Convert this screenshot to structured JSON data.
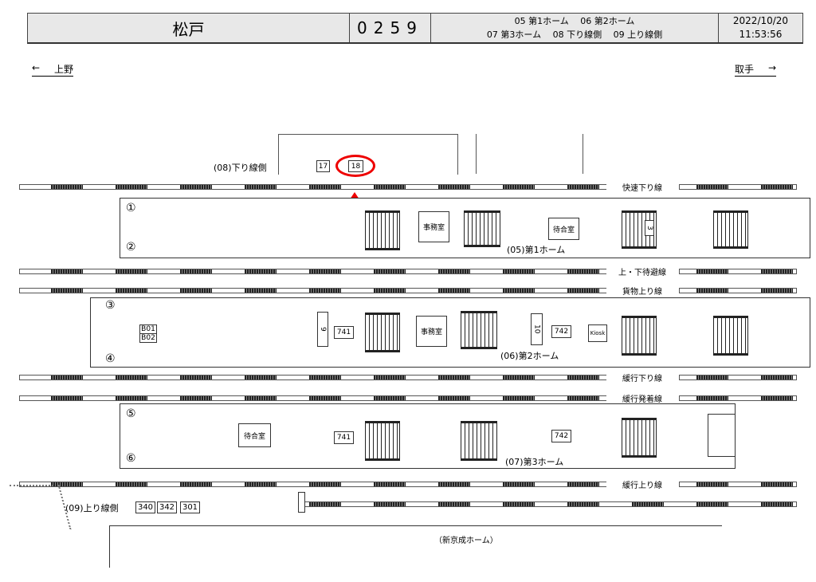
{
  "header": {
    "station": "松戸",
    "code": "0259",
    "legend_line1": "05 第1ホーム　 06 第2ホーム",
    "legend_line2": "07 第3ホーム　 08 下り線側　 09 上り線側",
    "date": "2022/10/20",
    "time": "11:53:56"
  },
  "directions": {
    "left": "上野",
    "right": "取手"
  },
  "tracks": [
    "快速下り線",
    "上・下待避線",
    "貨物上り線",
    "緩行下り線",
    "緩行発着線",
    "緩行上り線"
  ],
  "sides": {
    "down": "(08)下り線側",
    "up": "(09)上り線側"
  },
  "platforms": {
    "p1": "(05)第1ホーム",
    "p2": "(06)第2ホーム",
    "p3": "(07)第3ホーム",
    "shinkeisei": "（新京成ホーム）"
  },
  "track_numbers": [
    "①",
    "②",
    "③",
    "④",
    "⑤",
    "⑥"
  ],
  "rooms": {
    "office": "事務室",
    "waiting": "待合室",
    "kiosk": "Kiosk"
  },
  "boards": {
    "b17": "17",
    "b18": "18",
    "b3": "3",
    "b9": "9",
    "b10": "10",
    "b741": "741",
    "b742": "742",
    "b01": "B01",
    "b02": "B02",
    "b340": "340",
    "b342": "342",
    "b301": "301"
  },
  "highlight_color": "#e00000"
}
